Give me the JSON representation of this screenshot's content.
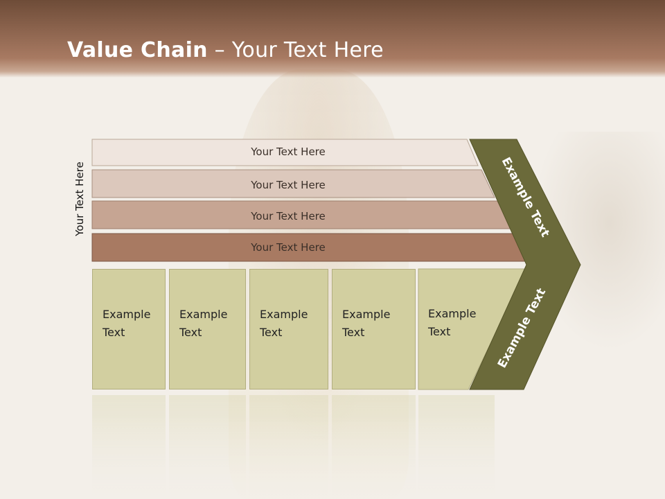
{
  "title": {
    "bold": "Value Chain",
    "rest": " – Your Text Here"
  },
  "side_label": "Your Text Here",
  "bars": [
    {
      "label": "Your Text Here",
      "color": "#efe5de"
    },
    {
      "label": "Your Text Here",
      "color": "#dcc8bc"
    },
    {
      "label": "Your Text Here",
      "color": "#c6a593"
    },
    {
      "label": "Your Text Here",
      "color": "#a87a62"
    }
  ],
  "boxes": [
    {
      "label": "Example\nText"
    },
    {
      "label": "Example\nText"
    },
    {
      "label": "Example\nText"
    },
    {
      "label": "Example\nText"
    },
    {
      "label": "Example\nText"
    }
  ],
  "chevron": {
    "top_label": "Example Text",
    "bottom_label": "Example Text",
    "color": "#6b6a3a"
  },
  "colors": {
    "title_bar": "#8a5f48",
    "box_fill": "#d2cfa0"
  }
}
